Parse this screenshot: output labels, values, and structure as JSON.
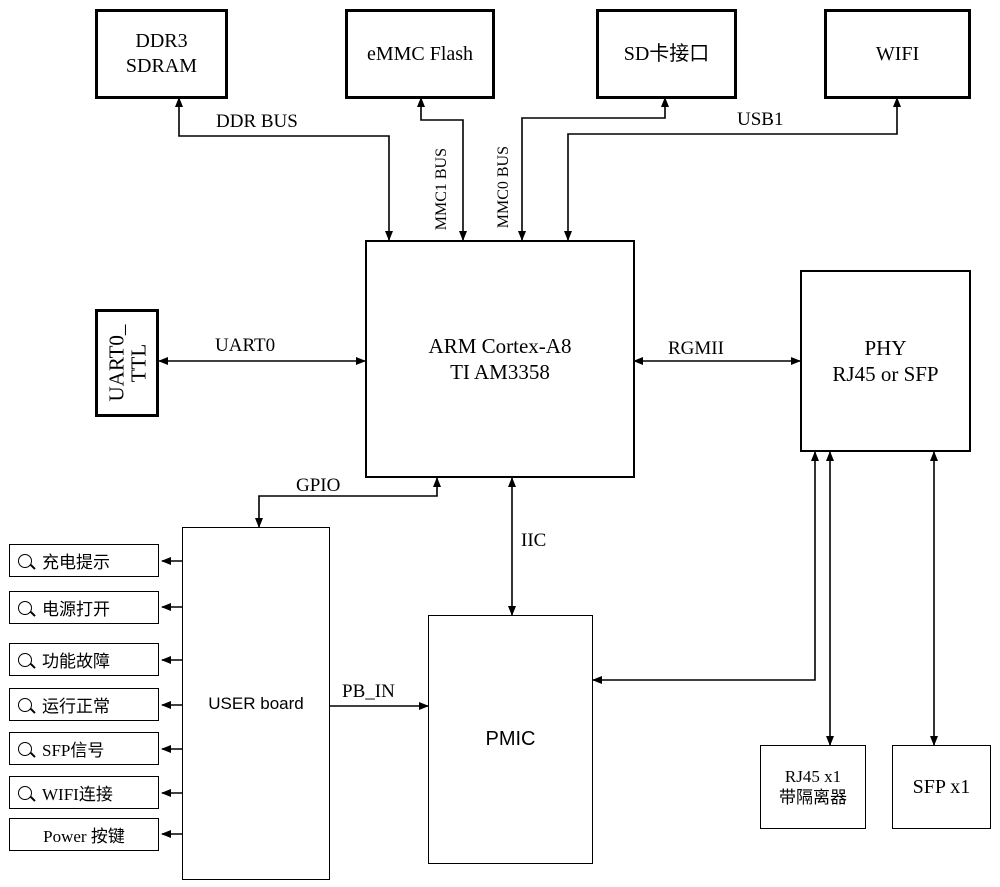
{
  "blocks": {
    "ddr3": "DDR3\nSDRAM",
    "emmc": "eMMC Flash",
    "sd": "SD卡接口",
    "wifi": "WIFI",
    "cpu": "ARM Cortex-A8\nTI AM3358",
    "phy": "PHY\nRJ45 or SFP",
    "uart_ttl": "UART0_\nTTL",
    "user_board": "USER board",
    "pmic": "PMIC",
    "rj45": "RJ45  x1\n带隔离器",
    "sfp": "SFP x1"
  },
  "buses": {
    "ddr_bus": "DDR BUS",
    "mmc1_bus": "MMC1 BUS",
    "mmc0_bus": "MMC0 BUS",
    "usb1": "USB1",
    "uart0": "UART0",
    "rgmii": "RGMII",
    "gpio": "GPIO",
    "iic": "IIC",
    "pb_in": "PB_IN"
  },
  "indicators": [
    {
      "label": "充电提示",
      "icon": "led-icon"
    },
    {
      "label": "电源打开",
      "icon": "led-icon"
    },
    {
      "label": "功能故障",
      "icon": "led-icon"
    },
    {
      "label": "运行正常",
      "icon": "led-icon"
    },
    {
      "label": "SFP信号",
      "icon": "led-icon"
    },
    {
      "label": "WIFI连接",
      "icon": "led-icon"
    },
    {
      "label": "Power 按键",
      "icon": ""
    }
  ]
}
